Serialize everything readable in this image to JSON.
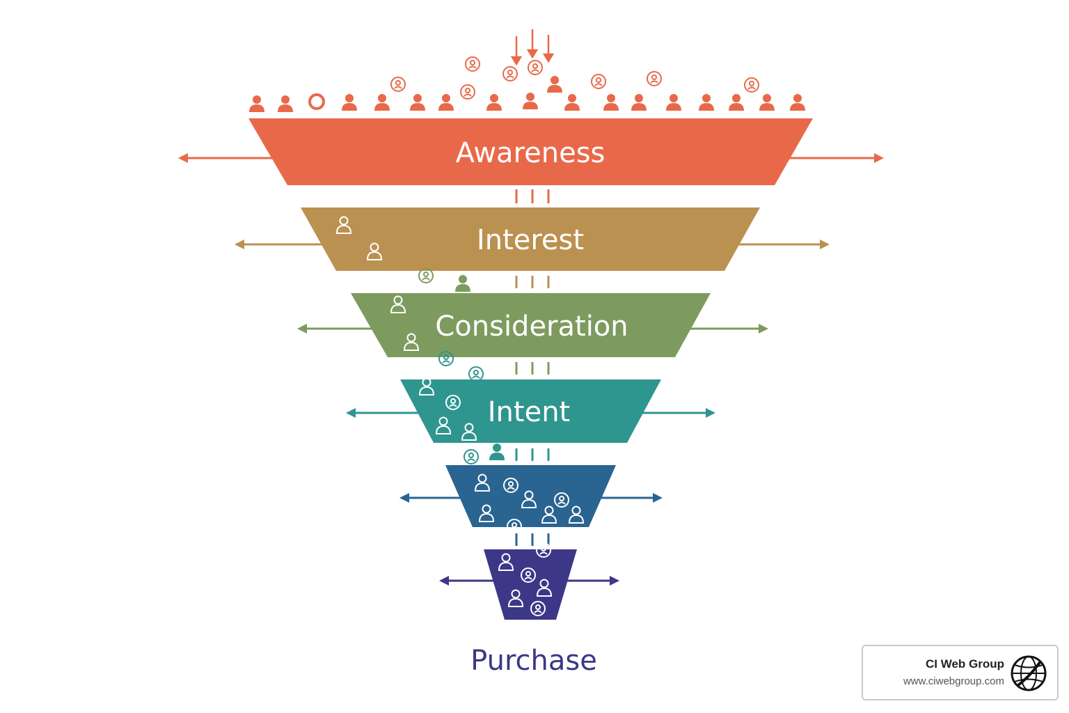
{
  "funnel": {
    "stages": [
      {
        "name": "Awareness",
        "color": "#e8694a"
      },
      {
        "name": "Interest",
        "color": "#bb9151"
      },
      {
        "name": "Consideration",
        "color": "#7d9b5e"
      },
      {
        "name": "Intent",
        "color": "#2f958f"
      },
      {
        "name": "",
        "color": "#2a6491"
      },
      {
        "name": "",
        "color": "#3c3787"
      }
    ],
    "bottom_label": "Purchase",
    "people_icon": "person-icon"
  },
  "watermark": {
    "name": "CI Web Group",
    "url": "www.ciwebgroup.com",
    "icon": "globe-icon"
  }
}
